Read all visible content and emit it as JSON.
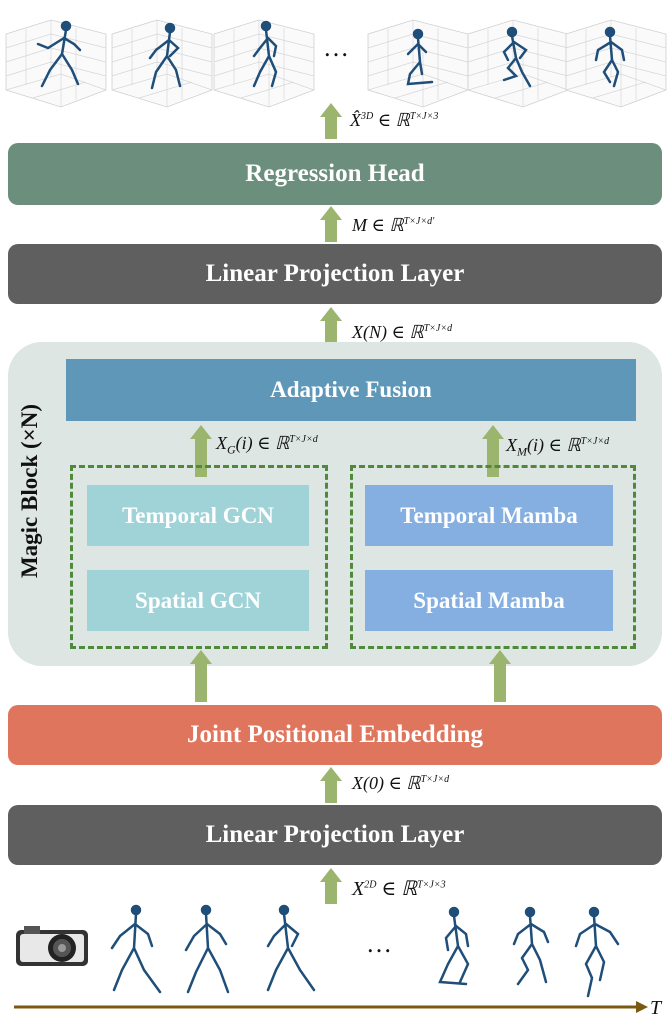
{
  "blocks": {
    "regression_head": "Regression Head",
    "linear_projection_top": "Linear Projection Layer",
    "adaptive_fusion": "Adaptive Fusion",
    "temporal_gcn": "Temporal GCN",
    "spatial_gcn": "Spatial GCN",
    "temporal_mamba": "Temporal Mamba",
    "spatial_mamba": "Spatial Mamba",
    "joint_positional_embedding": "Joint Positional Embedding",
    "linear_projection_bottom": "Linear Projection Layer",
    "magic_block": "Magic Block (×N)"
  },
  "math": {
    "x3d_base": "X̂",
    "x3d_sup": "3D",
    "x3d_tail": " ∈ ℝ",
    "x3d_dims": "T×J×3",
    "m_base": "M ∈ ℝ",
    "m_dims": "T×J×d′",
    "xn_base": "X(N) ∈ ℝ",
    "xn_dims": "T×J×d",
    "xg_base": "X",
    "xg_sub": "G",
    "xg_tail": "(i) ∈ ℝ",
    "xg_dims": "T×J×d",
    "xm_base": "X",
    "xm_sub": "M",
    "xm_tail": "(i) ∈ ℝ",
    "xm_dims": "T×J×d",
    "x0_base": "X(0) ∈ ℝ",
    "x0_dims": "T×J×d",
    "x2d_base": "X",
    "x2d_sup": "2D",
    "x2d_tail": " ∈ ℝ",
    "x2d_dims": "T×J×3"
  },
  "ellipsis_top": "…",
  "ellipsis_bottom": "…",
  "time_axis_label": "T",
  "colors": {
    "regression": "#6b8f7c",
    "linear": "#5f5f5f",
    "fusion": "#5f97b8",
    "gcn": "#9fd3d8",
    "mamba": "#84afe0",
    "embedding": "#e0755d",
    "magic_bg": "#dde6e3",
    "arrow": "#9bb56f",
    "axis": "#7a5a10",
    "skeleton": "#1f4e79"
  },
  "icons": {
    "camera": "camera-icon"
  }
}
